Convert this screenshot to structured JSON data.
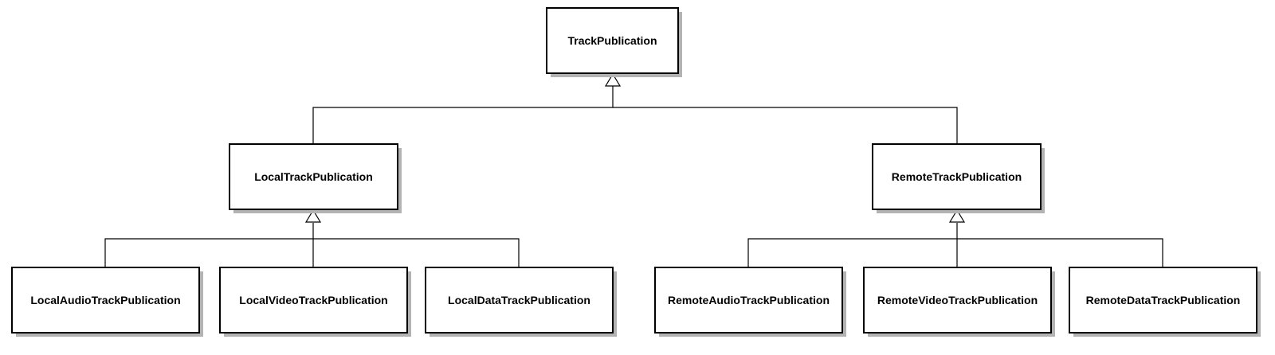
{
  "diagram": {
    "classes": {
      "track_publication": "TrackPublication",
      "local_track_publication": "LocalTrackPublication",
      "remote_track_publication": "RemoteTrackPublication",
      "local_audio": "LocalAudioTrackPublication",
      "local_video": "LocalVideoTrackPublication",
      "local_data": "LocalDataTrackPublication",
      "remote_audio": "RemoteAudioTrackPublication",
      "remote_video": "RemoteVideoTrackPublication",
      "remote_data": "RemoteDataTrackPublication"
    },
    "relations": [
      {
        "child": "local_track_publication",
        "parent": "track_publication",
        "type": "inheritance"
      },
      {
        "child": "remote_track_publication",
        "parent": "track_publication",
        "type": "inheritance"
      },
      {
        "child": "local_audio",
        "parent": "local_track_publication",
        "type": "inheritance"
      },
      {
        "child": "local_video",
        "parent": "local_track_publication",
        "type": "inheritance"
      },
      {
        "child": "local_data",
        "parent": "local_track_publication",
        "type": "inheritance"
      },
      {
        "child": "remote_audio",
        "parent": "remote_track_publication",
        "type": "inheritance"
      },
      {
        "child": "remote_video",
        "parent": "remote_track_publication",
        "type": "inheritance"
      },
      {
        "child": "remote_data",
        "parent": "remote_track_publication",
        "type": "inheritance"
      }
    ],
    "colors": {
      "box_fill": "#ffffff",
      "box_stroke": "#000000",
      "shadow": "#b3b3b3",
      "line": "#000000"
    }
  }
}
